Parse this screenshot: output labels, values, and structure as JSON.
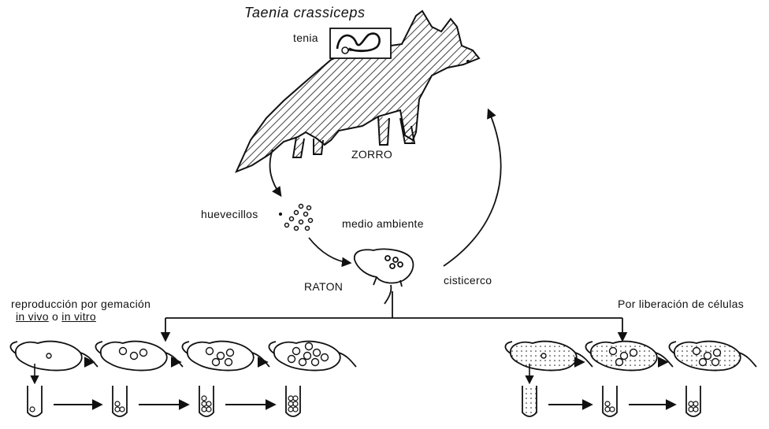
{
  "title": "Taenia crassiceps",
  "labels": {
    "tenia": "tenia",
    "zorro": "ZORRO",
    "huevecillos": "huevecillos",
    "medio_ambiente": "medio ambiente",
    "raton": "RATON",
    "cisticerco": "cisticerco",
    "left_caption_line1": "reproducción por gemación",
    "left_caption_in_vivo": "in vivo",
    "left_caption_o": "o",
    "left_caption_in_vitro": "in vitro",
    "right_caption": "Por liberación de células"
  },
  "stages": {
    "gemacion": [
      {
        "cysts": 1,
        "tube_cysts": 1
      },
      {
        "cysts": 3,
        "tube_cysts": 3
      },
      {
        "cysts": 5,
        "tube_cysts": 5
      },
      {
        "cysts": 8,
        "tube_cysts": 6
      }
    ],
    "liberacion": [
      {
        "cysts": 1,
        "tube_cysts": 0
      },
      {
        "cysts": 4,
        "tube_cysts": 3
      },
      {
        "cysts": 5,
        "tube_cysts": 4
      }
    ]
  },
  "colors": {
    "ink": "#111111",
    "paper": "#ffffff"
  }
}
